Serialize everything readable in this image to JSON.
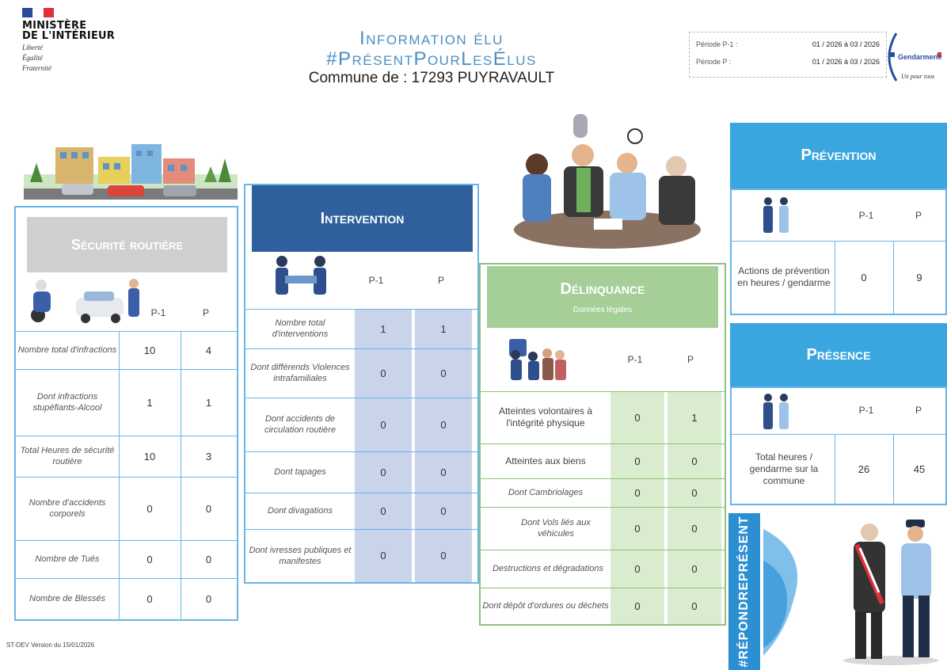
{
  "header": {
    "ministry_line1": "MINISTÈRE",
    "ministry_line2": "DE L'INTÉRIEUR",
    "motto": [
      "Liberté",
      "Égalité",
      "Fraternité"
    ],
    "title1": "Information élu",
    "title2": "#PrésentPourLesÉlus",
    "commune": "Commune de : 17293 PUYRAVAULT"
  },
  "period": {
    "label1": "Période P-1 :",
    "value1": "01 / 2026 à 03 / 2026",
    "label2": "Période P :",
    "value2": "01 / 2026 à 03 / 2026"
  },
  "gendarmerie": {
    "name": "Gendarmerie",
    "signature": "Un pour tous"
  },
  "col_p1": "P-1",
  "col_p": "P",
  "securite": {
    "title": "Sécurité routière",
    "rows": [
      {
        "label": "Nombre total d'infractions",
        "p1": "10",
        "p": "4"
      },
      {
        "label": "Dont infractions stupéfiants-Alcool",
        "p1": "1",
        "p": "1"
      },
      {
        "label": "Total Heures de sécurité routière",
        "p1": "10",
        "p": "3"
      },
      {
        "label": "Nombre d'accidents corporels",
        "p1": "0",
        "p": "0"
      },
      {
        "label": "Nombre de Tués",
        "p1": "0",
        "p": "0"
      },
      {
        "label": "Nombre de Blessés",
        "p1": "0",
        "p": "0"
      }
    ]
  },
  "intervention": {
    "title": "Intervention",
    "rows": [
      {
        "label": "Nombre total d'interventions",
        "p1": "1",
        "p": "1"
      },
      {
        "label": "Dont différends Violences intrafamiliales",
        "p1": "0",
        "p": "0"
      },
      {
        "label": "Dont accidents de circulation routière",
        "p1": "0",
        "p": "0"
      },
      {
        "label": "Dont tapages",
        "p1": "0",
        "p": "0"
      },
      {
        "label": "Dont divagations",
        "p1": "0",
        "p": "0"
      },
      {
        "label": "Dont ivresses publiques et manifestes",
        "p1": "0",
        "p": "0"
      }
    ]
  },
  "delinquance": {
    "title": "Délinquance",
    "subtitle": "Données légales",
    "rows": [
      {
        "label": "Atteintes volontaires à l'intégrité physique",
        "p1": "0",
        "p": "1"
      },
      {
        "label": "Atteintes aux biens",
        "p1": "0",
        "p": "0"
      },
      {
        "label": "Dont Cambriolages",
        "p1": "0",
        "p": "0"
      },
      {
        "label": "Dont Vols liés aux véhicules",
        "p1": "0",
        "p": "0"
      },
      {
        "label": "Destructions et dégradations",
        "p1": "0",
        "p": "0"
      },
      {
        "label": "Dont dépôt d'ordures ou déchets",
        "p1": "0",
        "p": "0"
      }
    ]
  },
  "prevention": {
    "title": "Prévention",
    "rows": [
      {
        "label": "Actions de prévention en heures / gendarme",
        "p1": "0",
        "p": "9"
      }
    ]
  },
  "presence": {
    "title": "Présence",
    "rows": [
      {
        "label": "Total heures / gendarme sur la commune",
        "p1": "26",
        "p": "45"
      }
    ]
  },
  "banner": "#RÉPONDREPRÉSENT",
  "footer": "ST-DEV Version du 15/01/2026",
  "colors": {
    "blue_light": "#6ab4e6",
    "blue_header": "#3aa6e0",
    "navy": "#2f5f9c",
    "green": "#a6cf98",
    "green_cell": "#d9ecd0",
    "grey_header": "#cfcfcf",
    "lavender_cell": "#c9d3ea"
  }
}
